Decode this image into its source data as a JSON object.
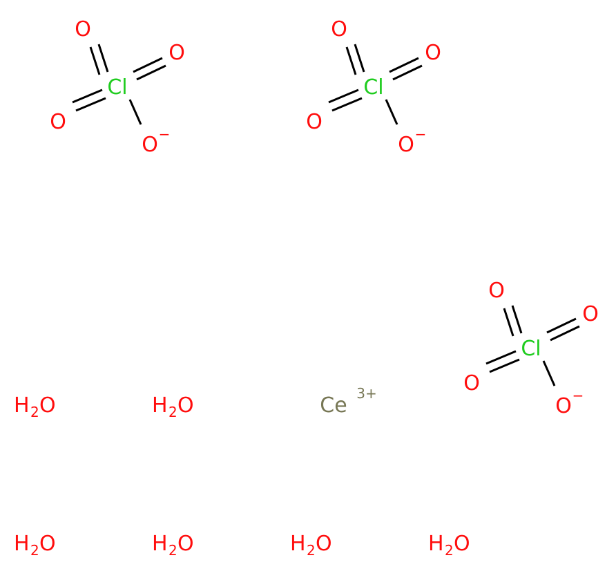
{
  "colors": {
    "oxygen": "#ff0d0d",
    "chlorine": "#1fcc1f",
    "cerium": "#777755",
    "bond": "#000000",
    "background": "#ffffff"
  },
  "perchlorates": [
    {
      "cl": "Cl",
      "o_top": "O",
      "o_right": "O",
      "o_left": "O",
      "o_minus": "O",
      "charge": "−"
    },
    {
      "cl": "Cl",
      "o_top": "O",
      "o_right": "O",
      "o_left": "O",
      "o_minus": "O",
      "charge": "−"
    },
    {
      "cl": "Cl",
      "o_top": "O",
      "o_right": "O",
      "o_left": "O",
      "o_minus": "O",
      "charge": "−"
    }
  ],
  "cerium": {
    "symbol": "Ce",
    "charge": "3+"
  },
  "waters": [
    {
      "h": "H",
      "sub": "2",
      "o": "O"
    },
    {
      "h": "H",
      "sub": "2",
      "o": "O"
    },
    {
      "h": "H",
      "sub": "2",
      "o": "O"
    },
    {
      "h": "H",
      "sub": "2",
      "o": "O"
    },
    {
      "h": "H",
      "sub": "2",
      "o": "O"
    },
    {
      "h": "H",
      "sub": "2",
      "o": "O"
    }
  ]
}
